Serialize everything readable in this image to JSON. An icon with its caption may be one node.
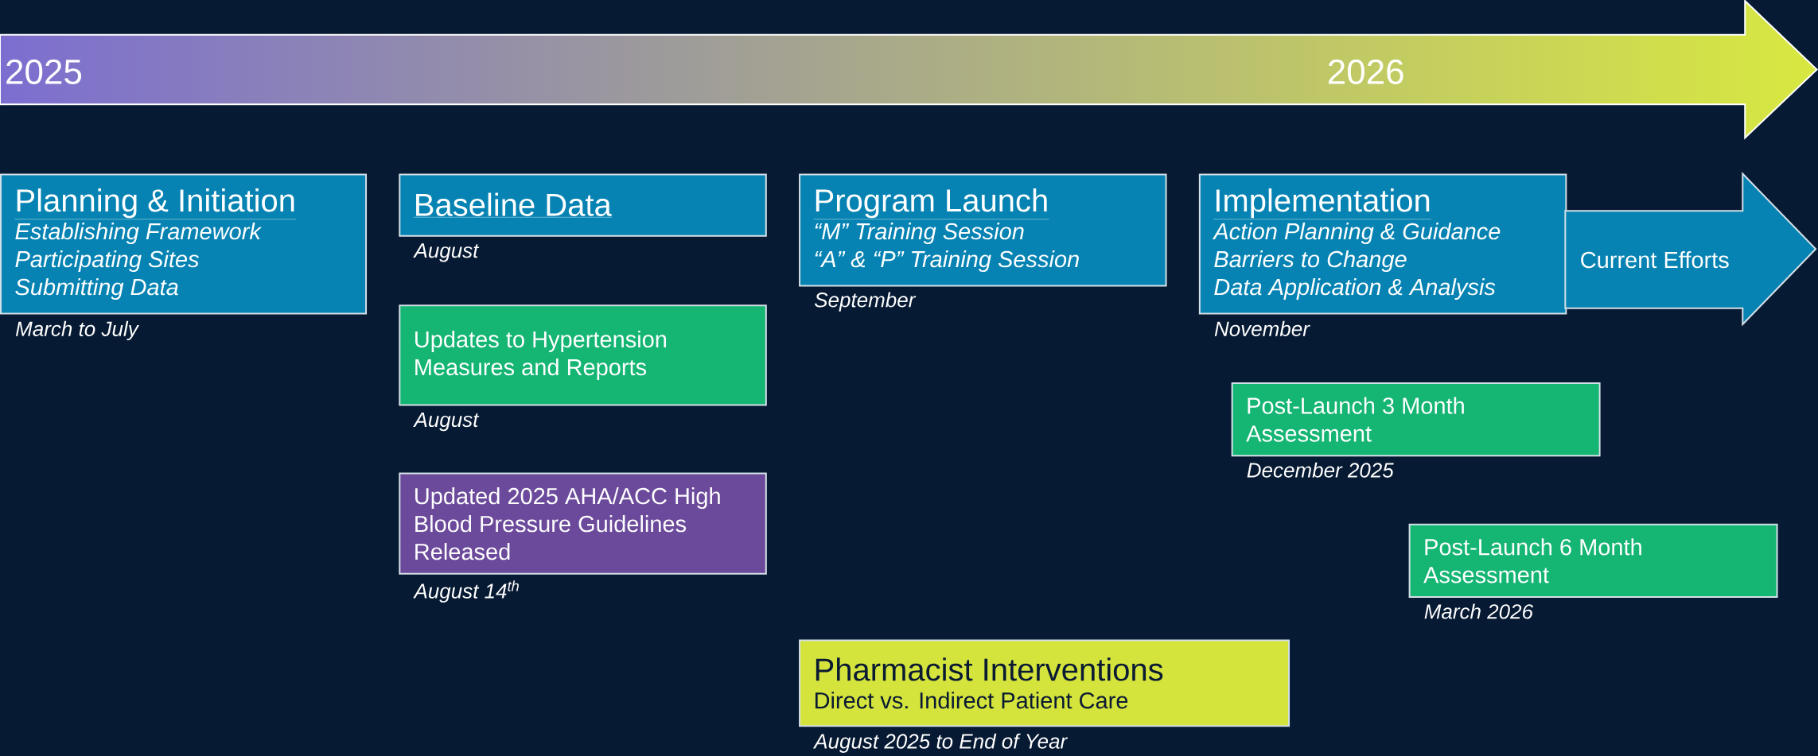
{
  "diagram": {
    "nodes": [
      {
        "text": [
          "2025",
          "2026"
        ]
      },
      {
        "text": [
          "Planning & Initiation",
          "Establishing Framework",
          "Participating Sites",
          "Submitting Data"
        ],
        "beside": [
          "March to July"
        ]
      },
      {
        "text": [
          "Baseline Data"
        ],
        "beside": [
          "August"
        ]
      },
      {
        "text": [
          "Updates to Hypertension Measures and Reports"
        ],
        "beside": [
          "August"
        ]
      },
      {
        "text": [
          "Updated 2025 AHA/ACC High Blood Pressure Guidelines Released"
        ],
        "beside": [
          "August 14$^{th}$"
        ]
      },
      {
        "text": [
          "Program Launch",
          "“M” Training Session",
          "“A” & “P” Training Session"
        ],
        "beside": [
          "September"
        ]
      },
      {
        "text": [
          "Implementation",
          "Action Planning & Guidance",
          "Barriers to Change",
          "Data Application & Analysis"
        ],
        "beside": [
          "November"
        ]
      },
      {
        "text": [
          "Current Efforts"
        ]
      },
      {
        "text": [
          "Post-Launch 3 Month Assessment"
        ],
        "beside": [
          "December 2025"
        ]
      },
      {
        "text": [
          "Post-Launch 6 Month Assessment"
        ],
        "beside": [
          "March 2026"
        ]
      },
      {
        "text": [
          "Pharmacist Interventions",
          "Direct vs. Indirect Patient Care"
        ],
        "beside": [
          "August 2025 to End of Year"
        ]
      }
    ]
  }
}
